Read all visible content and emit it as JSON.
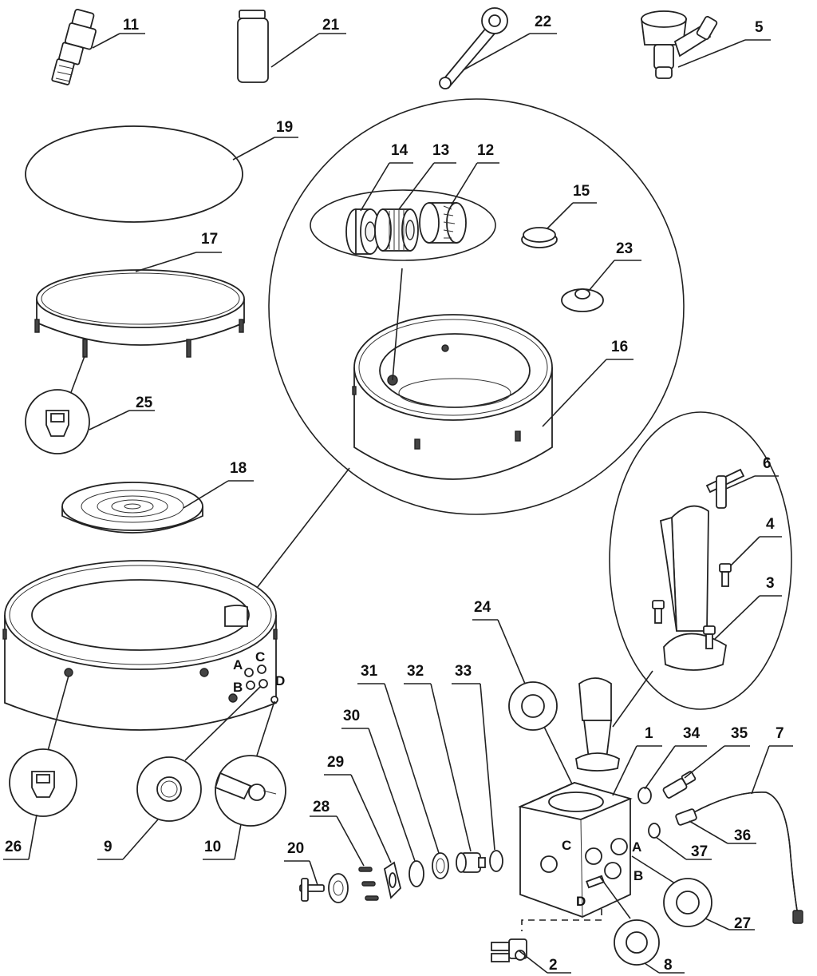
{
  "diagram": {
    "type": "exploded-parts-diagram",
    "part_labels": [
      "1",
      "2",
      "3",
      "4",
      "5",
      "6",
      "7",
      "8",
      "9",
      "10",
      "11",
      "12",
      "13",
      "14",
      "15",
      "16",
      "17",
      "18",
      "19",
      "20",
      "21",
      "22",
      "23",
      "24",
      "25",
      "26",
      "27",
      "28",
      "29",
      "30",
      "31",
      "32",
      "33",
      "34",
      "35",
      "36",
      "37"
    ],
    "port_letters": [
      "A",
      "B",
      "C",
      "D"
    ],
    "line_color": "#222222",
    "background": "#ffffff"
  }
}
